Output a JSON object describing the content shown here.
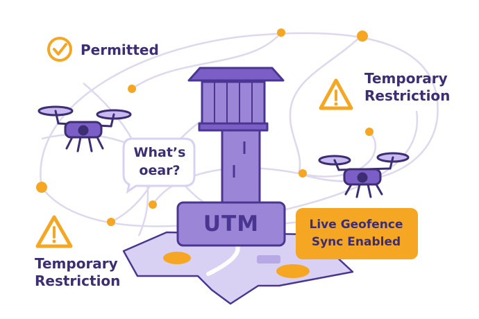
{
  "labels": {
    "permitted": "Permitted",
    "temporary_restriction_right": [
      "Temporary",
      "Restriction"
    ],
    "temporary_restriction_left": [
      "Temporary",
      "Restriction"
    ]
  },
  "speech_bubble": [
    "What’s",
    "oear?"
  ],
  "tower": {
    "label": "UTM"
  },
  "geofence_badge": [
    "Live Geofence",
    "Sync Enabled"
  ],
  "icons": [
    "check-circle-icon",
    "warning-triangle-icon",
    "drone-icon",
    "control-tower-icon"
  ],
  "colors": {
    "purple": "#7b5fc7",
    "dark_purple": "#3d2d72",
    "light_purple": "#d9d1f3",
    "orange": "#f5a623",
    "path": "#ddd8ee"
  }
}
